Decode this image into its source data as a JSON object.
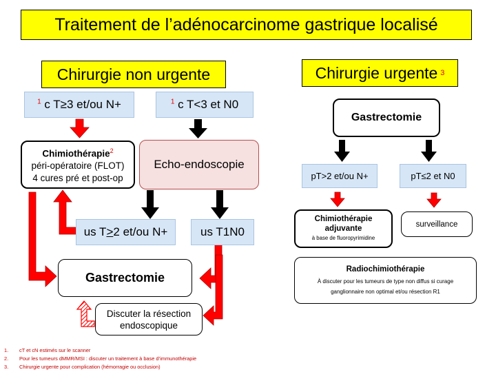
{
  "title": "Traitement de l’adénocarcinome gastrique localisé",
  "left": {
    "header": "Chirurgie non urgente",
    "box_ct3": {
      "sup": "1",
      "text": " c T≥3 et/ou N+"
    },
    "box_ct_lt3": {
      "sup": "1",
      "text": " c T<3 et N0"
    },
    "chimio": {
      "title": "Chimiothérapie",
      "sup": "2",
      "line1": "péri-opératoire (FLOT)",
      "line2": "4 cures pré et post-op"
    },
    "echo": "Echo-endoscopie",
    "us_t2": {
      "pre": "us T",
      "under": ">",
      "post": "2 et/ou N+"
    },
    "us_t1n0": "us T1N0",
    "gastrectomie": "Gastrectomie",
    "discuter": {
      "line1": "Discuter la résection",
      "line2": "endoscopique"
    }
  },
  "right": {
    "header": "Chirurgie urgente",
    "header_sup": "3",
    "gastrectomie": "Gastrectomie",
    "pt_gt2": "pT>2 et/ou N+",
    "pt_le2": "pT≤2 et N0",
    "chimio_adj": {
      "line1": "Chimiothérapie",
      "line2": "adjuvante",
      "line3": "à base de fluoropyrimidine"
    },
    "surveillance": "surveillance",
    "radio": {
      "title": "Radiochimiothérapie",
      "line1": "À discuter pour les tumeurs de type non diffus si curage",
      "line2": "ganglionnaire non optimal et/ou résection R1"
    }
  },
  "footnotes": [
    {
      "n": "1.",
      "text": "cT et cN estimés sur le scanner"
    },
    {
      "n": "2.",
      "text": "Pour les tumeurs dMMR/MSI : discuter un traitement à base d’immunothérapie"
    },
    {
      "n": "3.",
      "text": "Chirurgie urgente pour complication (hémorragie ou occlusion)"
    }
  ],
  "colors": {
    "red_arrow": "#ff0000",
    "black_arrow": "#000000",
    "title_bg": "#ffff00",
    "blue_box": "#d6e6f6",
    "pink_box": "#f6e0e0"
  }
}
